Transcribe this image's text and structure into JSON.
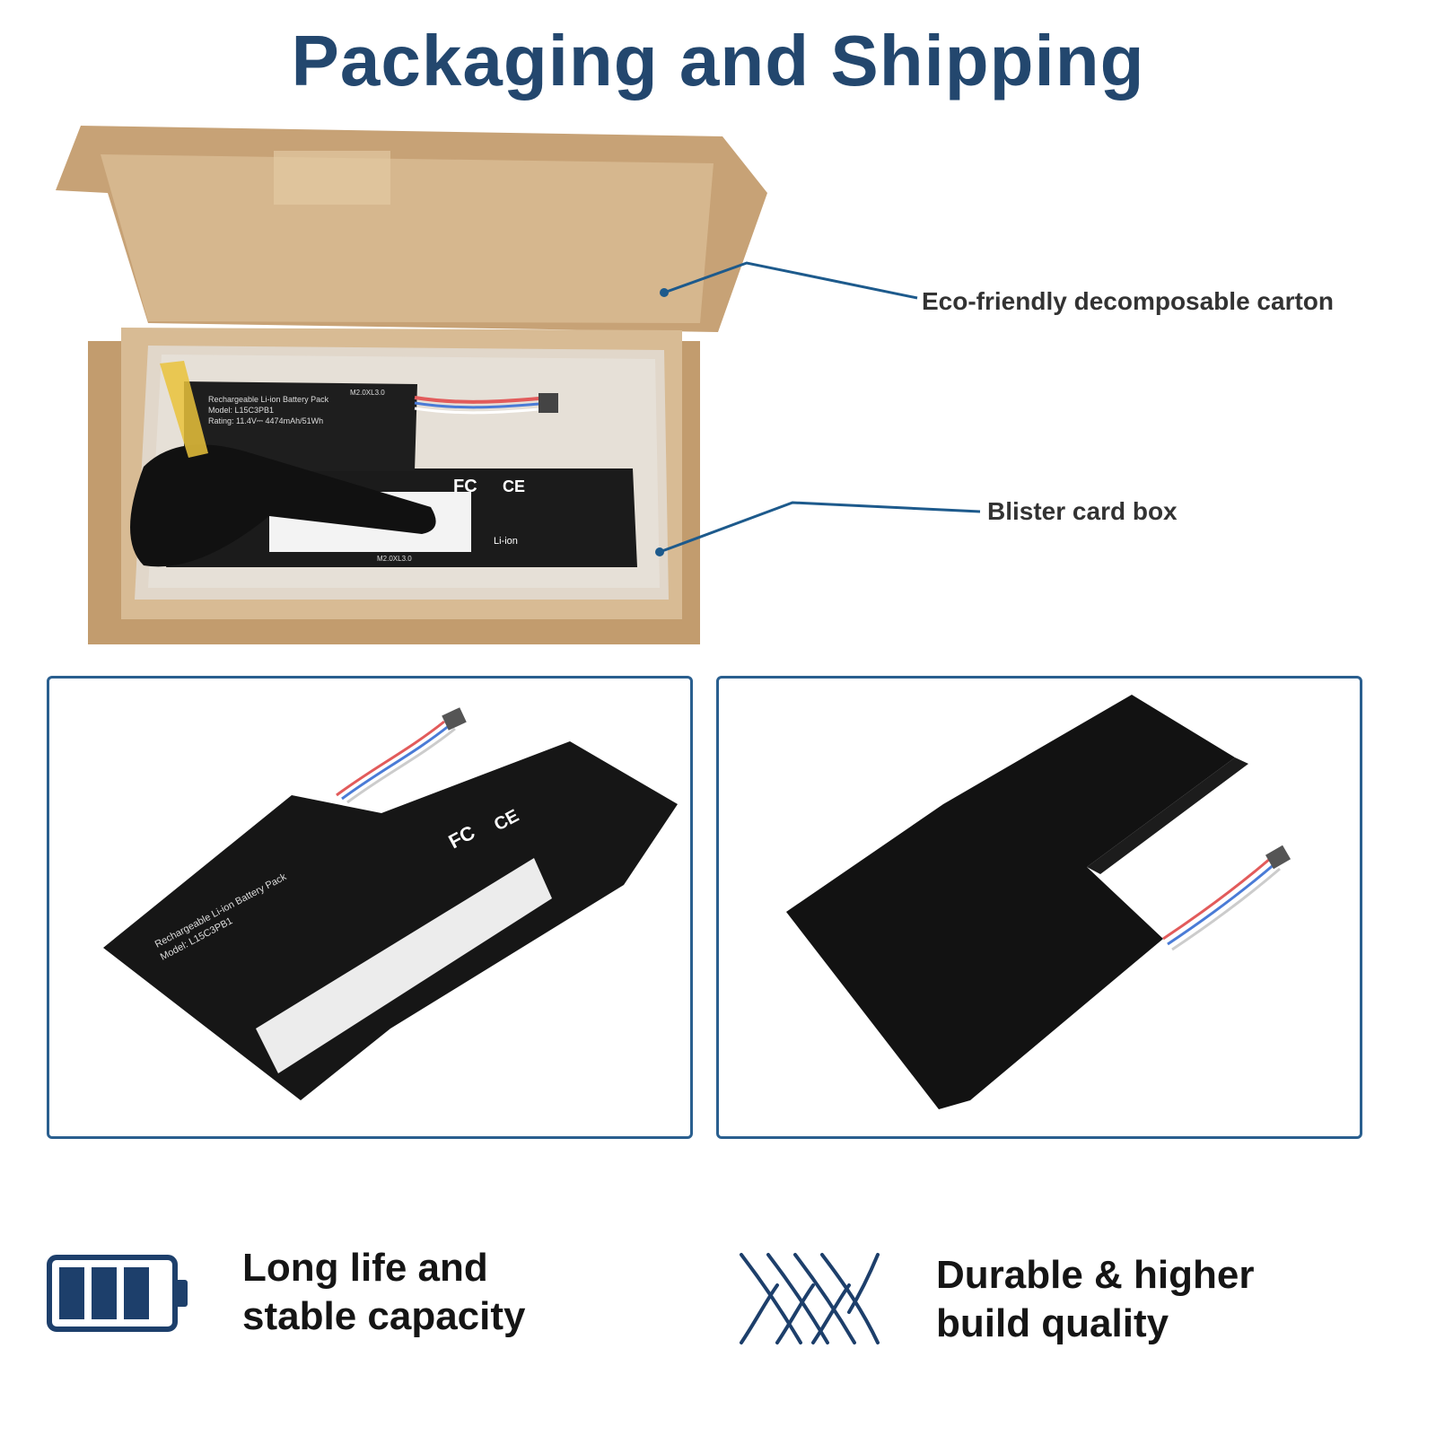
{
  "header": {
    "title": "Packaging and Shipping"
  },
  "callouts": [
    {
      "label": "Eco-friendly decomposable carton"
    },
    {
      "label": "Blister card box"
    }
  ],
  "battery_label": {
    "lines": [
      "Rechargeable Li-ion Battery Pack",
      "Model: L15C3PB1",
      "Rating: 11.4V⎓ 4474mAh/51Wh"
    ],
    "screw_marks": [
      "M2.0XL3.0",
      "M2.0XL3.0"
    ],
    "cert_marks": [
      "FC",
      "CE",
      "Li-ion"
    ]
  },
  "features": [
    {
      "icon": "battery-icon",
      "line1": "Long life and",
      "line2": "stable capacity"
    },
    {
      "icon": "braided-cable-icon",
      "line1": "Durable & higher",
      "line2": "build quality"
    }
  ],
  "colors": {
    "title": "#23476e",
    "accent": "#2a5f8f",
    "carton": "#c9a57a"
  }
}
